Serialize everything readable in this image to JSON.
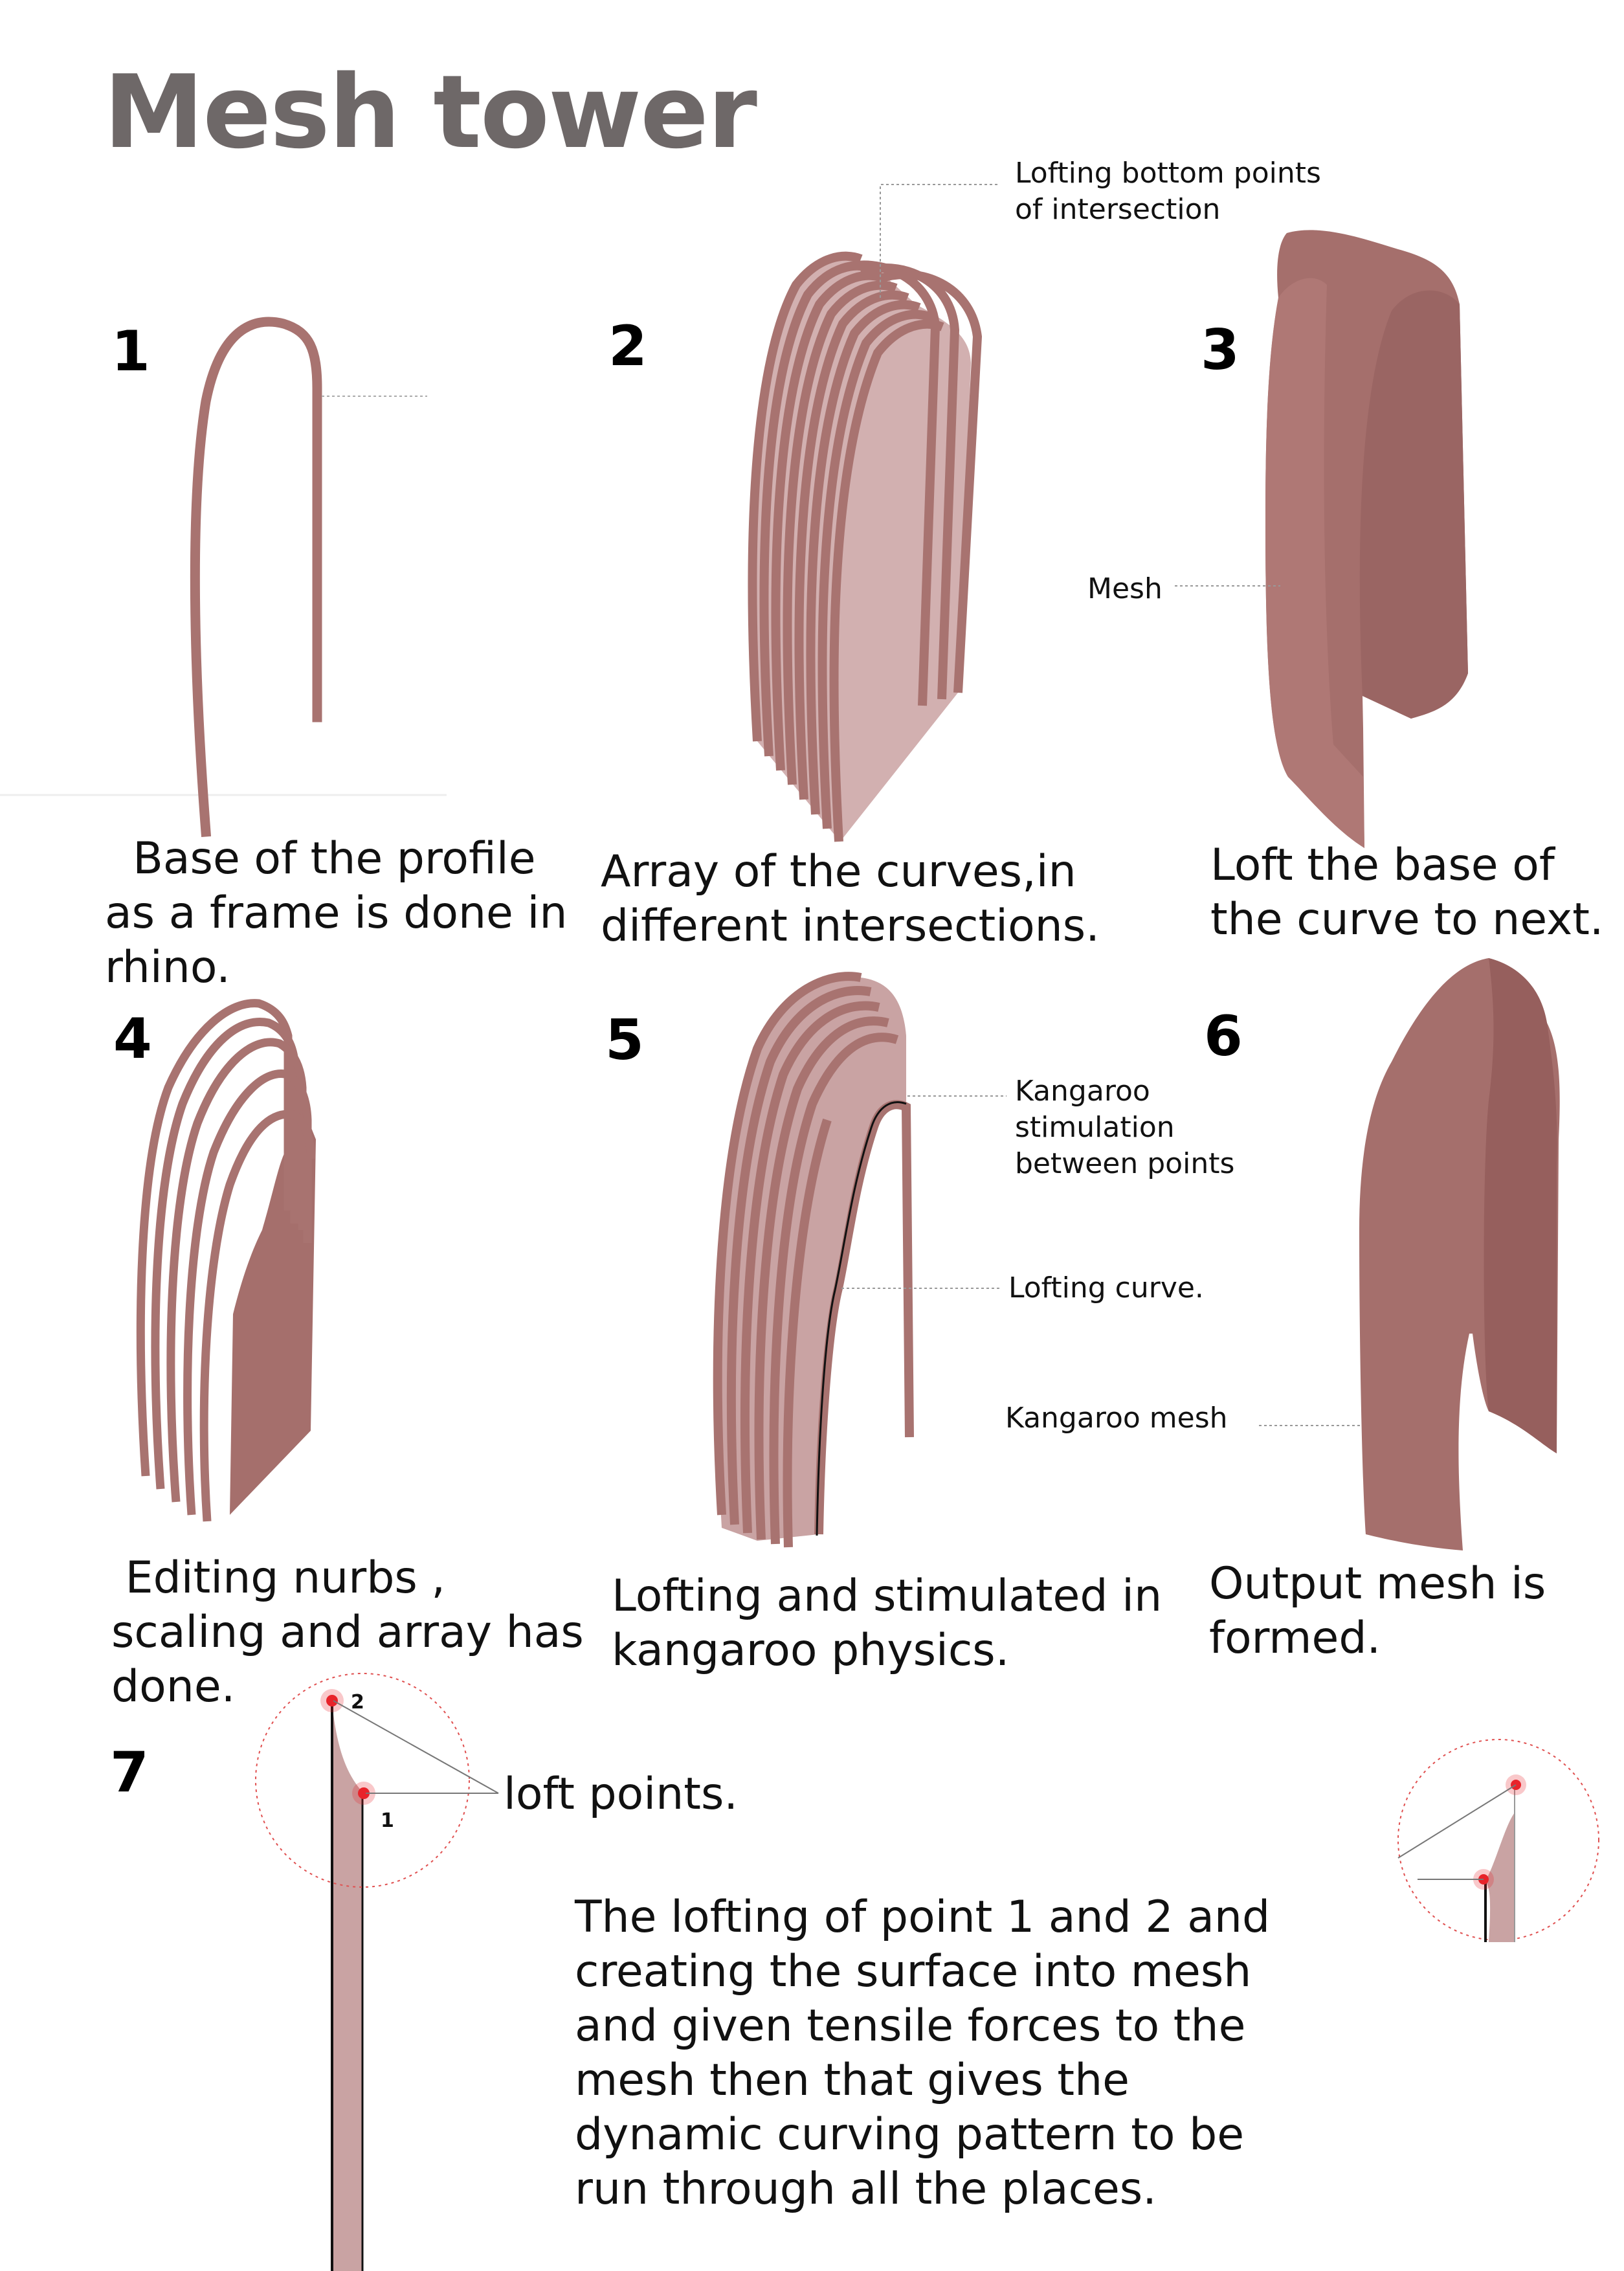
{
  "title": "Mesh tower",
  "steps": [
    {
      "number": "1",
      "caption": "  Base of the profile\nas a frame is done in\nrhino."
    },
    {
      "number": "2",
      "caption": "Array of the curves,in\ndifferent intersections."
    },
    {
      "number": "3",
      "caption": "Loft the base of\nthe curve to next."
    },
    {
      "number": "4",
      "caption": " Editing nurbs ,\nscaling and array has\ndone."
    },
    {
      "number": "5",
      "caption": "Lofting and stimulated in\nkangaroo physics."
    },
    {
      "number": "6",
      "caption": "Output mesh is\nformed."
    },
    {
      "number": "7"
    }
  ],
  "annotations": {
    "lofting_bottom": "Lofting bottom points\nof intersection",
    "mesh": "Mesh",
    "kangaroo_stim": "Kangaroo\nstimulation\nbetween points",
    "lofting_curve": "Lofting curve.",
    "kangaroo_mesh": "Kangaroo mesh",
    "loft_points": "loft points.",
    "point_1": "1",
    "point_2": "2"
  },
  "description": "The lofting of point 1 and 2 and\ncreating the surface into mesh\nand given tensile forces to the\nmesh then that gives the\ndynamic curving pattern to be\nrun through all the places.",
  "colors": {
    "frame": "#a87370",
    "surface_light": "#c9a3a3",
    "surface_dark": "#9c6866",
    "point_red": "#e8232a",
    "leader": "#999999"
  }
}
